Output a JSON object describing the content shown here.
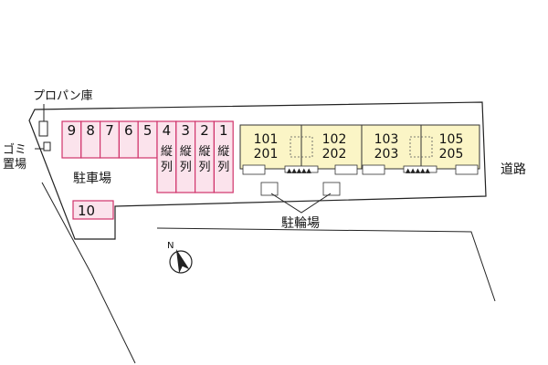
{
  "labels": {
    "propane": "プロパン庫",
    "garbage_1": "ゴミ",
    "garbage_2": "置場",
    "parking": "駐車場",
    "bicycle": "駐輪場",
    "road": "道路",
    "north": "N"
  },
  "parking_spaces": [
    "9",
    "8",
    "7",
    "6",
    "5",
    "4",
    "3",
    "2",
    "1"
  ],
  "vertical_mark": [
    "縦",
    "列"
  ],
  "extra_space": "10",
  "units": [
    {
      "upper": "101",
      "lower": "201"
    },
    {
      "upper": "102",
      "lower": "202"
    },
    {
      "upper": "103",
      "lower": "203"
    },
    {
      "upper": "105",
      "lower": "205"
    }
  ],
  "colors": {
    "parking_fill": "#fbe3ec",
    "parking_stroke": "#d0336b",
    "building_fill": "#fbf5c6",
    "building_stroke": "#333333",
    "line": "#222222"
  }
}
